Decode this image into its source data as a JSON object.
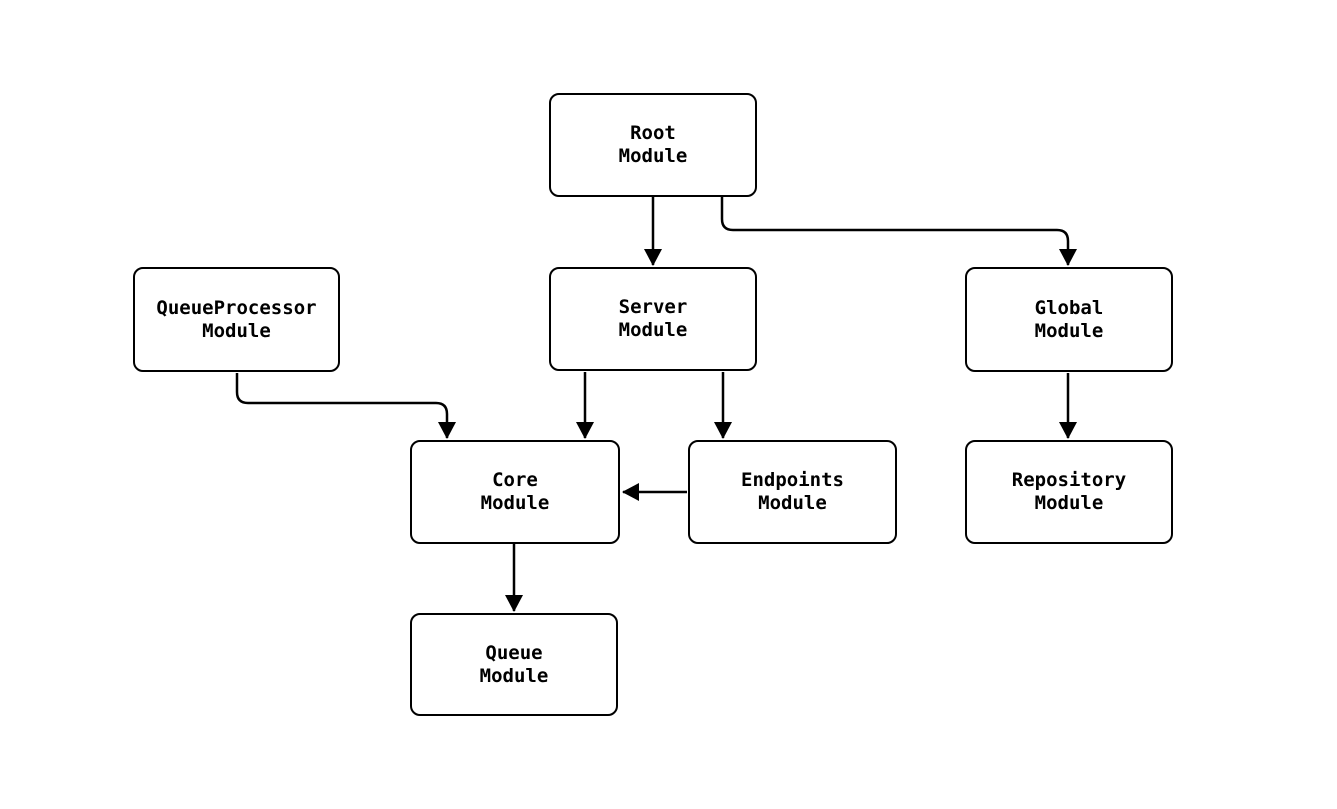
{
  "diagram": {
    "type": "flowchart",
    "background": "#ffffff",
    "node_style": {
      "fill": "#ffffff",
      "border_color": "#000000",
      "text_color": "#000000"
    },
    "edge_color": "#000000",
    "nodes": [
      {
        "id": "root",
        "label": "Root\nModule"
      },
      {
        "id": "queueprocessor",
        "label": "QueueProcessor\nModule"
      },
      {
        "id": "server",
        "label": "Server\nModule"
      },
      {
        "id": "global",
        "label": "Global\nModule"
      },
      {
        "id": "core",
        "label": "Core\nModule"
      },
      {
        "id": "endpoints",
        "label": "Endpoints\nModule"
      },
      {
        "id": "repository",
        "label": "Repository\nModule"
      },
      {
        "id": "queue",
        "label": "Queue\nModule"
      }
    ],
    "edges": [
      {
        "from": "Root Module",
        "to": "Server Module"
      },
      {
        "from": "Root Module",
        "to": "Global Module"
      },
      {
        "from": "QueueProcessor Module",
        "to": "Core Module"
      },
      {
        "from": "Server Module",
        "to": "Core Module"
      },
      {
        "from": "Server Module",
        "to": "Endpoints Module"
      },
      {
        "from": "Global Module",
        "to": "Repository Module"
      },
      {
        "from": "Endpoints Module",
        "to": "Core Module"
      },
      {
        "from": "Core Module",
        "to": "Queue Module"
      }
    ]
  }
}
